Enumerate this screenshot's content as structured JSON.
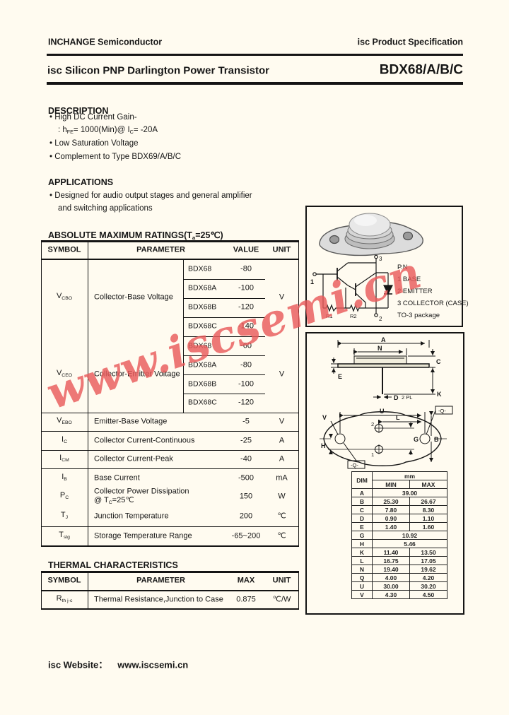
{
  "page": {
    "header_left": "INCHANGE Semiconductor",
    "header_right_brand": "isc",
    "header_right_rest": " Product Specification",
    "title_brand": "isc",
    "title_rest": " Silicon PNP Darlington Power Transistor",
    "part_number": "BDX68/A/B/C",
    "footer_label": "isc Website：",
    "footer_url": "www.iscsemi.cn",
    "watermark": "www.iscsemi.cn"
  },
  "description": {
    "heading": "DESCRIPTION",
    "b1": "High DC Current Gain-",
    "b1b_p1": ": h",
    "b1b_s1": "FE",
    "b1b_p2": "= 1000(Min)@ I",
    "b1b_s2": "C",
    "b1b_p3": "= -20A",
    "b2": "Low Saturation Voltage",
    "b3": "Complement to Type BDX69/A/B/C"
  },
  "applications": {
    "heading": "APPLICATIONS",
    "b1_line1": "Designed for audio output stages and general amplifier",
    "b1_line2": "and switching applications"
  },
  "max_ratings": {
    "heading_pre": "ABSOLUTE MAXIMUM RATINGS(T",
    "heading_sub": "a",
    "heading_post": "=25℃)",
    "col_symbol": "SYMBOL",
    "col_parameter": "PARAMETER",
    "col_value": "VALUE",
    "col_unit": "UNIT",
    "vcbo": {
      "sym": "V",
      "sub": "CBO",
      "param": "Collector-Base Voltage",
      "unit": "V",
      "d1": "BDX68",
      "v1": "-80",
      "d2": "BDX68A",
      "v2": "-100",
      "d3": "BDX68B",
      "v3": "-120",
      "d4": "BDX68C",
      "v4": "-140"
    },
    "vceo": {
      "sym": "V",
      "sub": "CEO",
      "param": "Collector-Emitter Voltage",
      "unit": "V",
      "d1": "BDX68",
      "v1": "-60",
      "d2": "BDX68A",
      "v2": "-80",
      "d3": "BDX68B",
      "v3": "-100",
      "d4": "BDX68C",
      "v4": "-120"
    },
    "vebo": {
      "sym": "V",
      "sub": "EBO",
      "param": "Emitter-Base Voltage",
      "value": "-5",
      "unit": "V"
    },
    "ic": {
      "sym": "I",
      "sub": "C",
      "param": "Collector Current-Continuous",
      "value": "-25",
      "unit": "A"
    },
    "icm": {
      "sym": "I",
      "sub": "CM",
      "param": "Collector Current-Peak",
      "value": "-40",
      "unit": "A"
    },
    "ib": {
      "sym": "I",
      "sub": "B",
      "param": "Base Current",
      "value": "-500",
      "unit": "mA"
    },
    "pc": {
      "sym": "P",
      "sub": "C",
      "param1": "Collector Power Dissipation",
      "param2_pre": "@ T",
      "param2_sub": "C",
      "param2_post": "=25℃",
      "value": "150",
      "unit": "W"
    },
    "tj": {
      "sym": "T",
      "sub": "J",
      "param": "Junction Temperature",
      "value": "200",
      "unit": "℃"
    },
    "tstg": {
      "sym": "T",
      "sub": "stg",
      "param": "Storage Temperature Range",
      "value": "-65~200",
      "unit": "℃"
    }
  },
  "thermal": {
    "heading": "THERMAL CHARACTERISTICS",
    "col_symbol": "SYMBOL",
    "col_parameter": "PARAMETER",
    "col_max": "MAX",
    "col_unit": "UNIT",
    "rth": {
      "sym": "R",
      "sub": "th j-c",
      "param": "Thermal Resistance,Junction to Case",
      "value": "0.875",
      "unit": "℃/W"
    }
  },
  "package": {
    "pin_heading": "P.N",
    "pin1": "1  BASE",
    "pin2": "2  EMITTER",
    "pin3": "3  COLLECTOR (CASE)",
    "pkg_name": "TO-3 package",
    "sch": {
      "p1": "1",
      "p2": "2",
      "p3": "3",
      "r1": "R1",
      "r2": "R2"
    },
    "dims_drawing": {
      "A": "A",
      "N": "N",
      "C": "C",
      "E": "E",
      "D": "D",
      "dpl": "2 PL",
      "K": "K",
      "U": "U",
      "L": "L",
      "V": "V",
      "G": "G",
      "B": "B",
      "H": "H",
      "Q1": "-Q-",
      "Q2": "-Q-",
      "pin1": "1",
      "pin2": "2",
      "mm": ""
    },
    "dim_table": {
      "unit_header": "mm",
      "col_dim": "DIM",
      "col_min": "MIN",
      "col_max": "MAX",
      "rows": [
        {
          "dim": "A",
          "min": "39.00"
        },
        {
          "dim": "B",
          "min": "25.30",
          "max": "26.67"
        },
        {
          "dim": "C",
          "min": "7.80",
          "max": "8.30"
        },
        {
          "dim": "D",
          "min": "0.90",
          "max": "1.10"
        },
        {
          "dim": "E",
          "min": "1.40",
          "max": "1.60"
        },
        {
          "dim": "G",
          "min": "10.92"
        },
        {
          "dim": "H",
          "min": "5.46"
        },
        {
          "dim": "K",
          "min": "11.40",
          "max": "13.50"
        },
        {
          "dim": "L",
          "min": "16.75",
          "max": "17.05"
        },
        {
          "dim": "N",
          "min": "19.40",
          "max": "19.62"
        },
        {
          "dim": "Q",
          "min": "4.00",
          "max": "4.20"
        },
        {
          "dim": "U",
          "min": "30.00",
          "max": "30.20"
        },
        {
          "dim": "V",
          "min": "4.30",
          "max": "4.50"
        }
      ]
    }
  },
  "colors": {
    "background": "#FFFBF0",
    "ink": "#141414",
    "watermark": "#E95A5A"
  }
}
